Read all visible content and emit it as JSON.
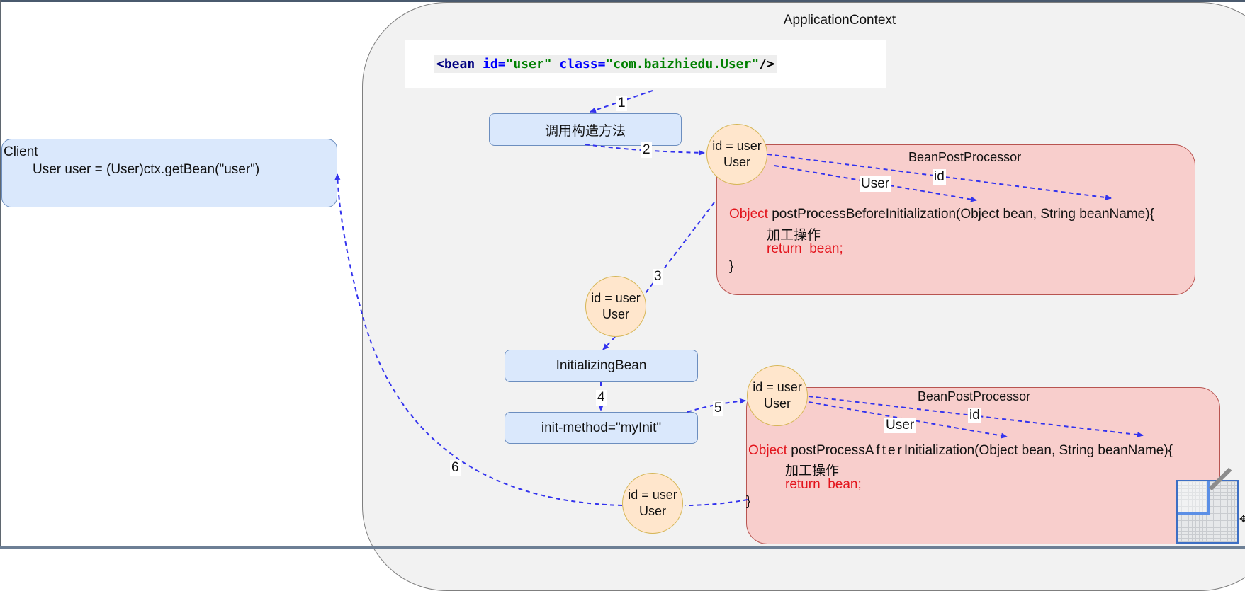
{
  "application_context": {
    "title": "ApplicationContext"
  },
  "bean_definition": {
    "open": "<bean",
    "id_attr": "id=",
    "id_value": "\"user\"",
    "class_attr": "class=",
    "class_value": "\"com.baizhiedu.User\"",
    "close": "/>"
  },
  "client": {
    "title": "Client",
    "code": "User user = (User)ctx.getBean(\"user\")"
  },
  "steps": {
    "constructor": "调用构造方法",
    "initializing_bean": "InitializingBean",
    "init_method": "init-method=\"myInit\""
  },
  "bean_instance": {
    "line1": "id = user",
    "line2": "User"
  },
  "bean_post_processor_before": {
    "title": "BeanPostProcessor",
    "arg_user_label": "User",
    "arg_id_label": "id",
    "return_type": "Object",
    "signature": "postProcessBeforeInitialization(Object bean, String beanName){",
    "body_comment": "加工操作",
    "return_stmt": "return  bean;",
    "close_brace": "}"
  },
  "bean_post_processor_after": {
    "title": "BeanPostProcessor",
    "arg_user_label": "User",
    "arg_id_label": "id",
    "return_type": "Object",
    "signature_prefix": "postProcess",
    "signature_after": "After",
    "signature_rest": "Initialization(Object bean, String beanName){",
    "body_comment": "加工操作",
    "return_stmt": "return  bean;",
    "close_brace": "}"
  },
  "step_numbers": [
    "1",
    "2",
    "3",
    "4",
    "5",
    "6"
  ],
  "colors": {
    "arrow": "#3333ee",
    "blue_fill": "#dae8fc",
    "red_fill": "#f8cecc",
    "bean_fill": "#ffe6cc",
    "keyword_red": "#e3141c"
  }
}
